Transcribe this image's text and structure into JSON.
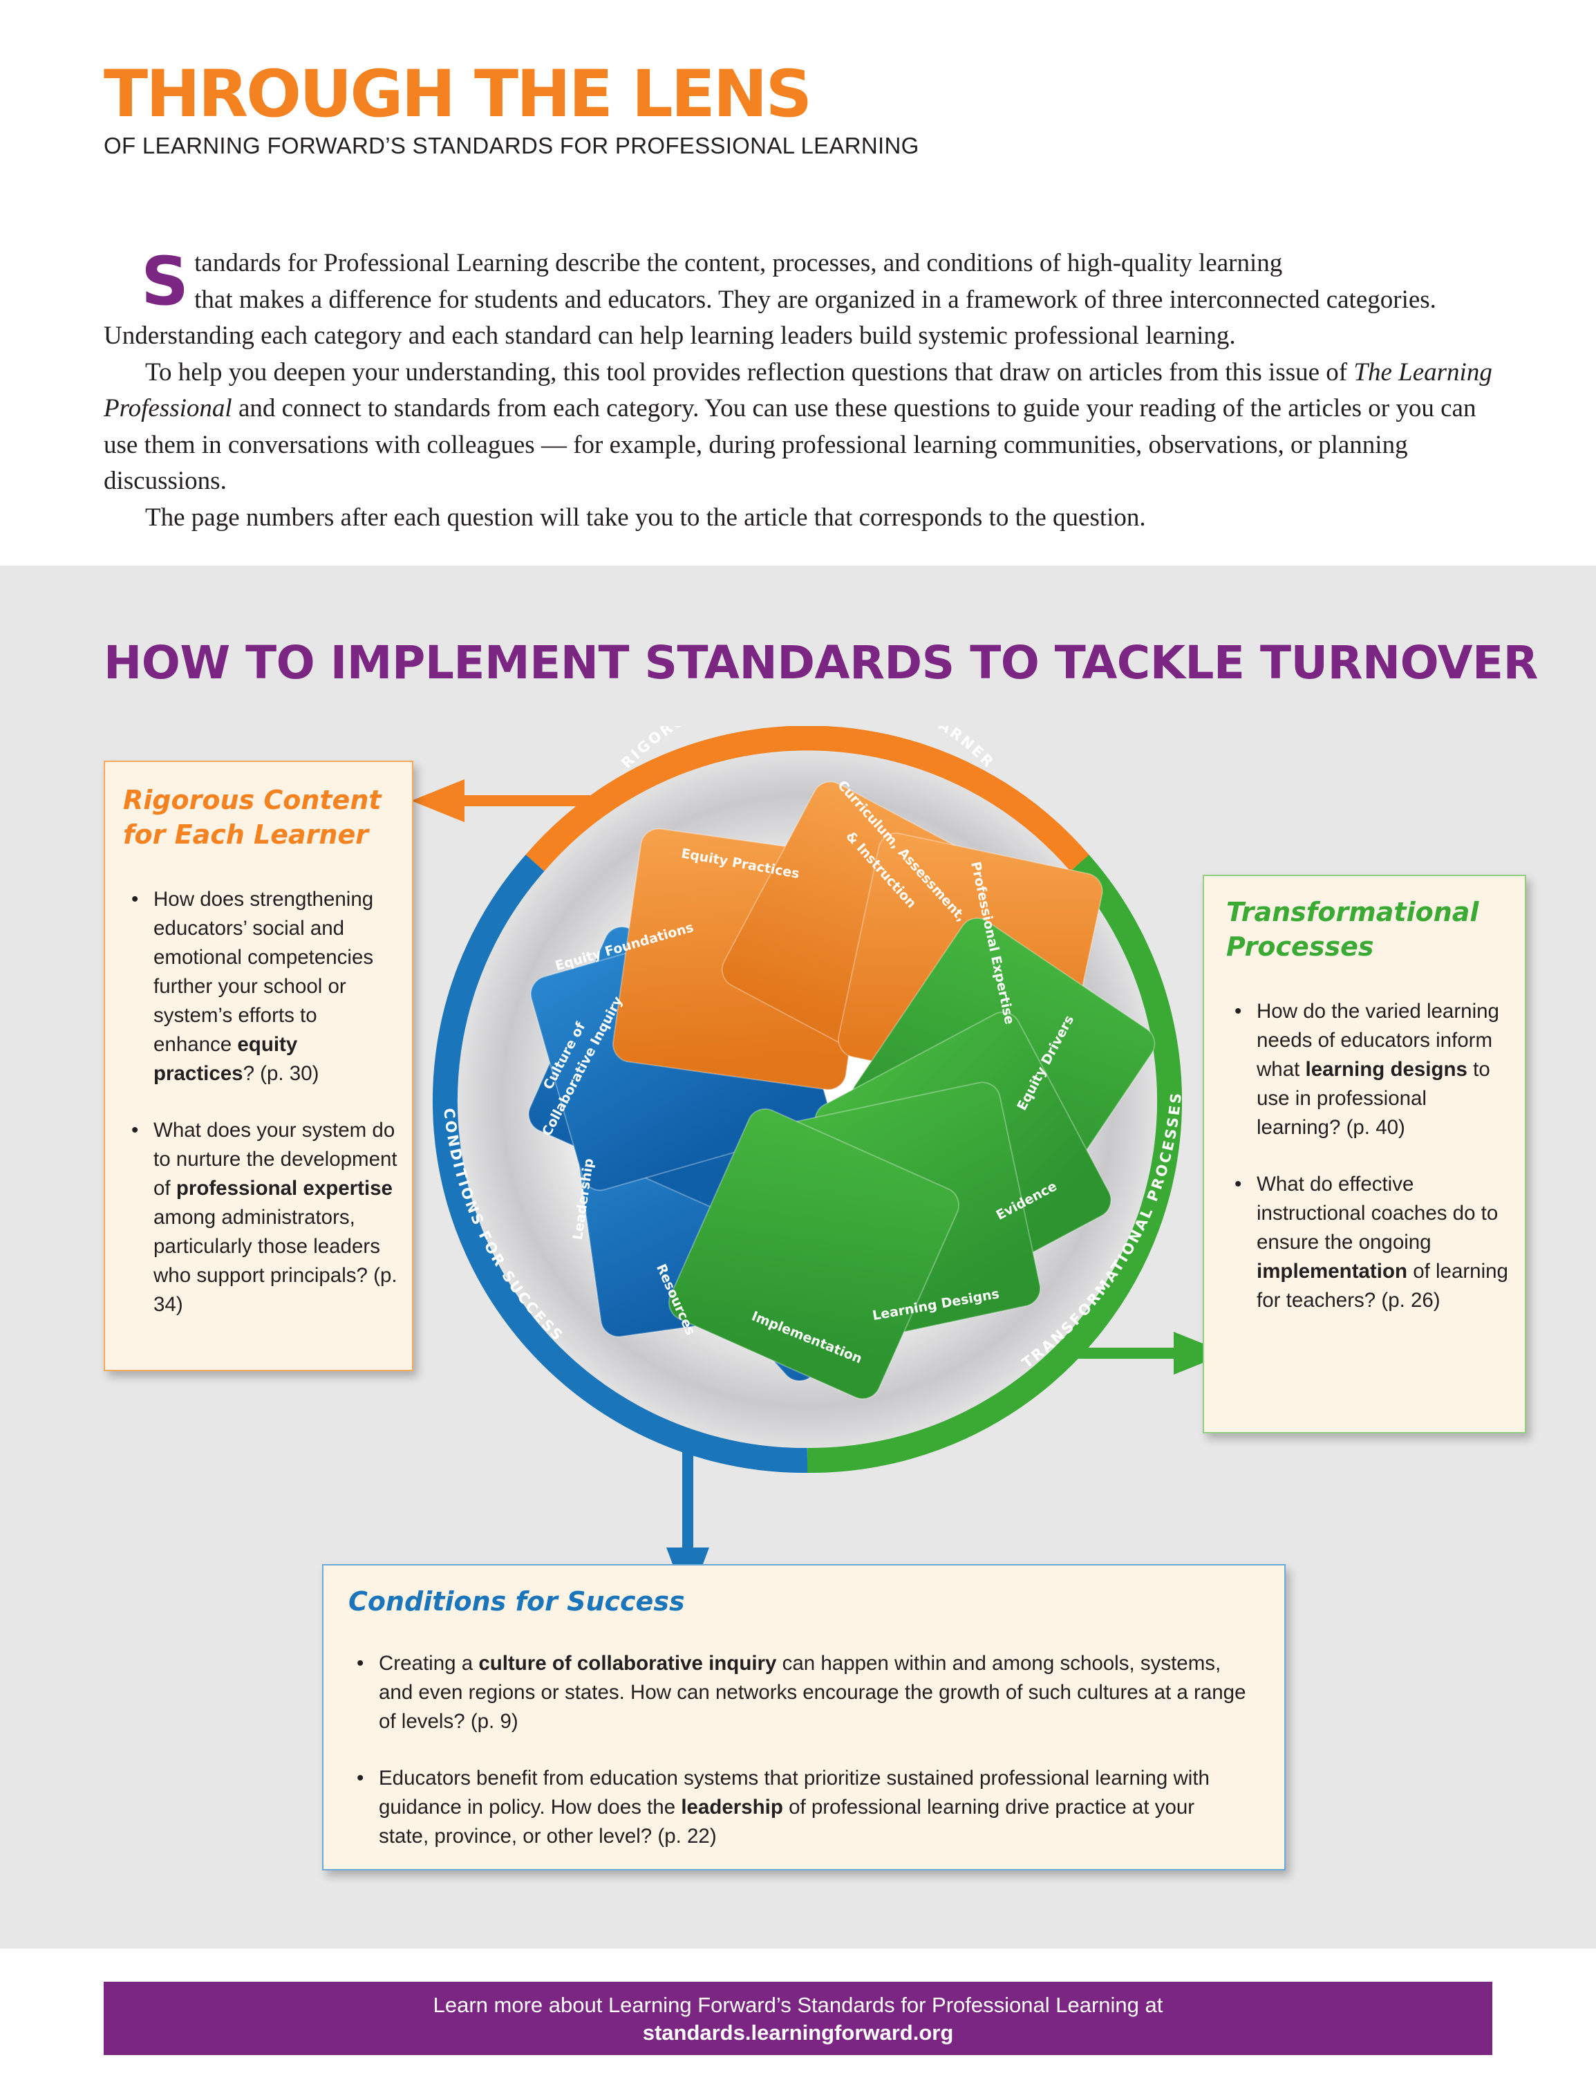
{
  "header": {
    "title": "THROUGH THE LENS",
    "subtitle": "OF LEARNING FORWARD’S STANDARDS FOR PROFESSIONAL LEARNING"
  },
  "intro": {
    "dropcap": "S",
    "p1_first_line": "tandards for Professional Learning describe the content, processes, and conditions of high-quality learning",
    "p1_rest": "that makes a difference for students and educators. They are organized in a framework of three interconnected categories. Understanding each category and each standard can help learning leaders build systemic professional learning.",
    "p2_before": "To help you deepen your understanding, this tool provides reflection questions that draw on articles from this issue of ",
    "p2_italic": "The Learning Professional",
    "p2_after": " and connect to standards from each category. You can use these questions to guide your reading of the articles or you can use them in conversations with colleagues — for example, during professional learning communities, observations, or planning discussions.",
    "p3": "The page numbers after each question will take you to the article that corresponds to the question."
  },
  "section_title": "HOW TO IMPLEMENT STANDARDS TO TACKLE TURNOVER",
  "rigorous": {
    "title_line1": "Rigorous Content",
    "title_line2": "for Each Learner",
    "q1_before": "How does strengthening educators’ social and emotional competencies further your school or system’s efforts to enhance ",
    "q1_bold": "equity practices",
    "q1_after": "? (p. 30)",
    "q2_before": "What does your system do to nurture the development of ",
    "q2_bold": "professional expertise",
    "q2_after": " among administrators, particularly those leaders who support principals? (p. 34)"
  },
  "transformational": {
    "title_line1": "Transformational",
    "title_line2": "Processes",
    "q1_before": "How do the varied learning needs of educators inform what ",
    "q1_bold": "learning designs",
    "q1_after": " to use in professional learning? (p. 40)",
    "q2_before": "What do effective instructional coaches do to ensure the ongoing ",
    "q2_bold": "implementation",
    "q2_after": " of learning for teachers? (p. 26)"
  },
  "conditions": {
    "title": "Conditions for Success",
    "q1_before": "Creating a ",
    "q1_bold": "culture of collaborative inquiry",
    "q1_after": " can happen within and among schools, systems, and even regions or states. How can networks encourage the growth of such cultures at a range of levels? (p. 9)",
    "q2_before": "Educators benefit from education systems that prioritize sustained professional learning with guidance in policy. How does the ",
    "q2_bold": "leadership",
    "q2_after": " of professional learning drive practice at your state, province, or other level? (p. 22)"
  },
  "wheel": {
    "ring_top": "RIGOROUS CONTENT FOR EACH LEARNER",
    "ring_left": "CONDITIONS FOR SUCCESS",
    "ring_right": "TRANSFORMATIONAL PROCESSES",
    "card_equity_practices": "Equity Practices",
    "card_curriculum_1": "Curriculum, Assessment,",
    "card_curriculum_2": "& Instruction",
    "card_professional_expertise": "Professional Expertise",
    "card_equity_foundations": "Equity Foundations",
    "card_culture_1": "Culture of",
    "card_culture_2": "Collaborative Inquiry",
    "card_leadership": "Leadership",
    "card_resources": "Resources",
    "card_equity_drivers": "Equity Drivers",
    "card_evidence": "Evidence",
    "card_learning_designs": "Learning Designs",
    "card_implementation": "Implementation",
    "colors": {
      "orange": "#f58220",
      "blue": "#1b75bb",
      "green": "#3aaa35",
      "purple": "#7b2682"
    }
  },
  "footer": {
    "line1": "Learn more about Learning Forward’s Standards for Professional Learning at",
    "link": "standards.learningforward.org"
  }
}
